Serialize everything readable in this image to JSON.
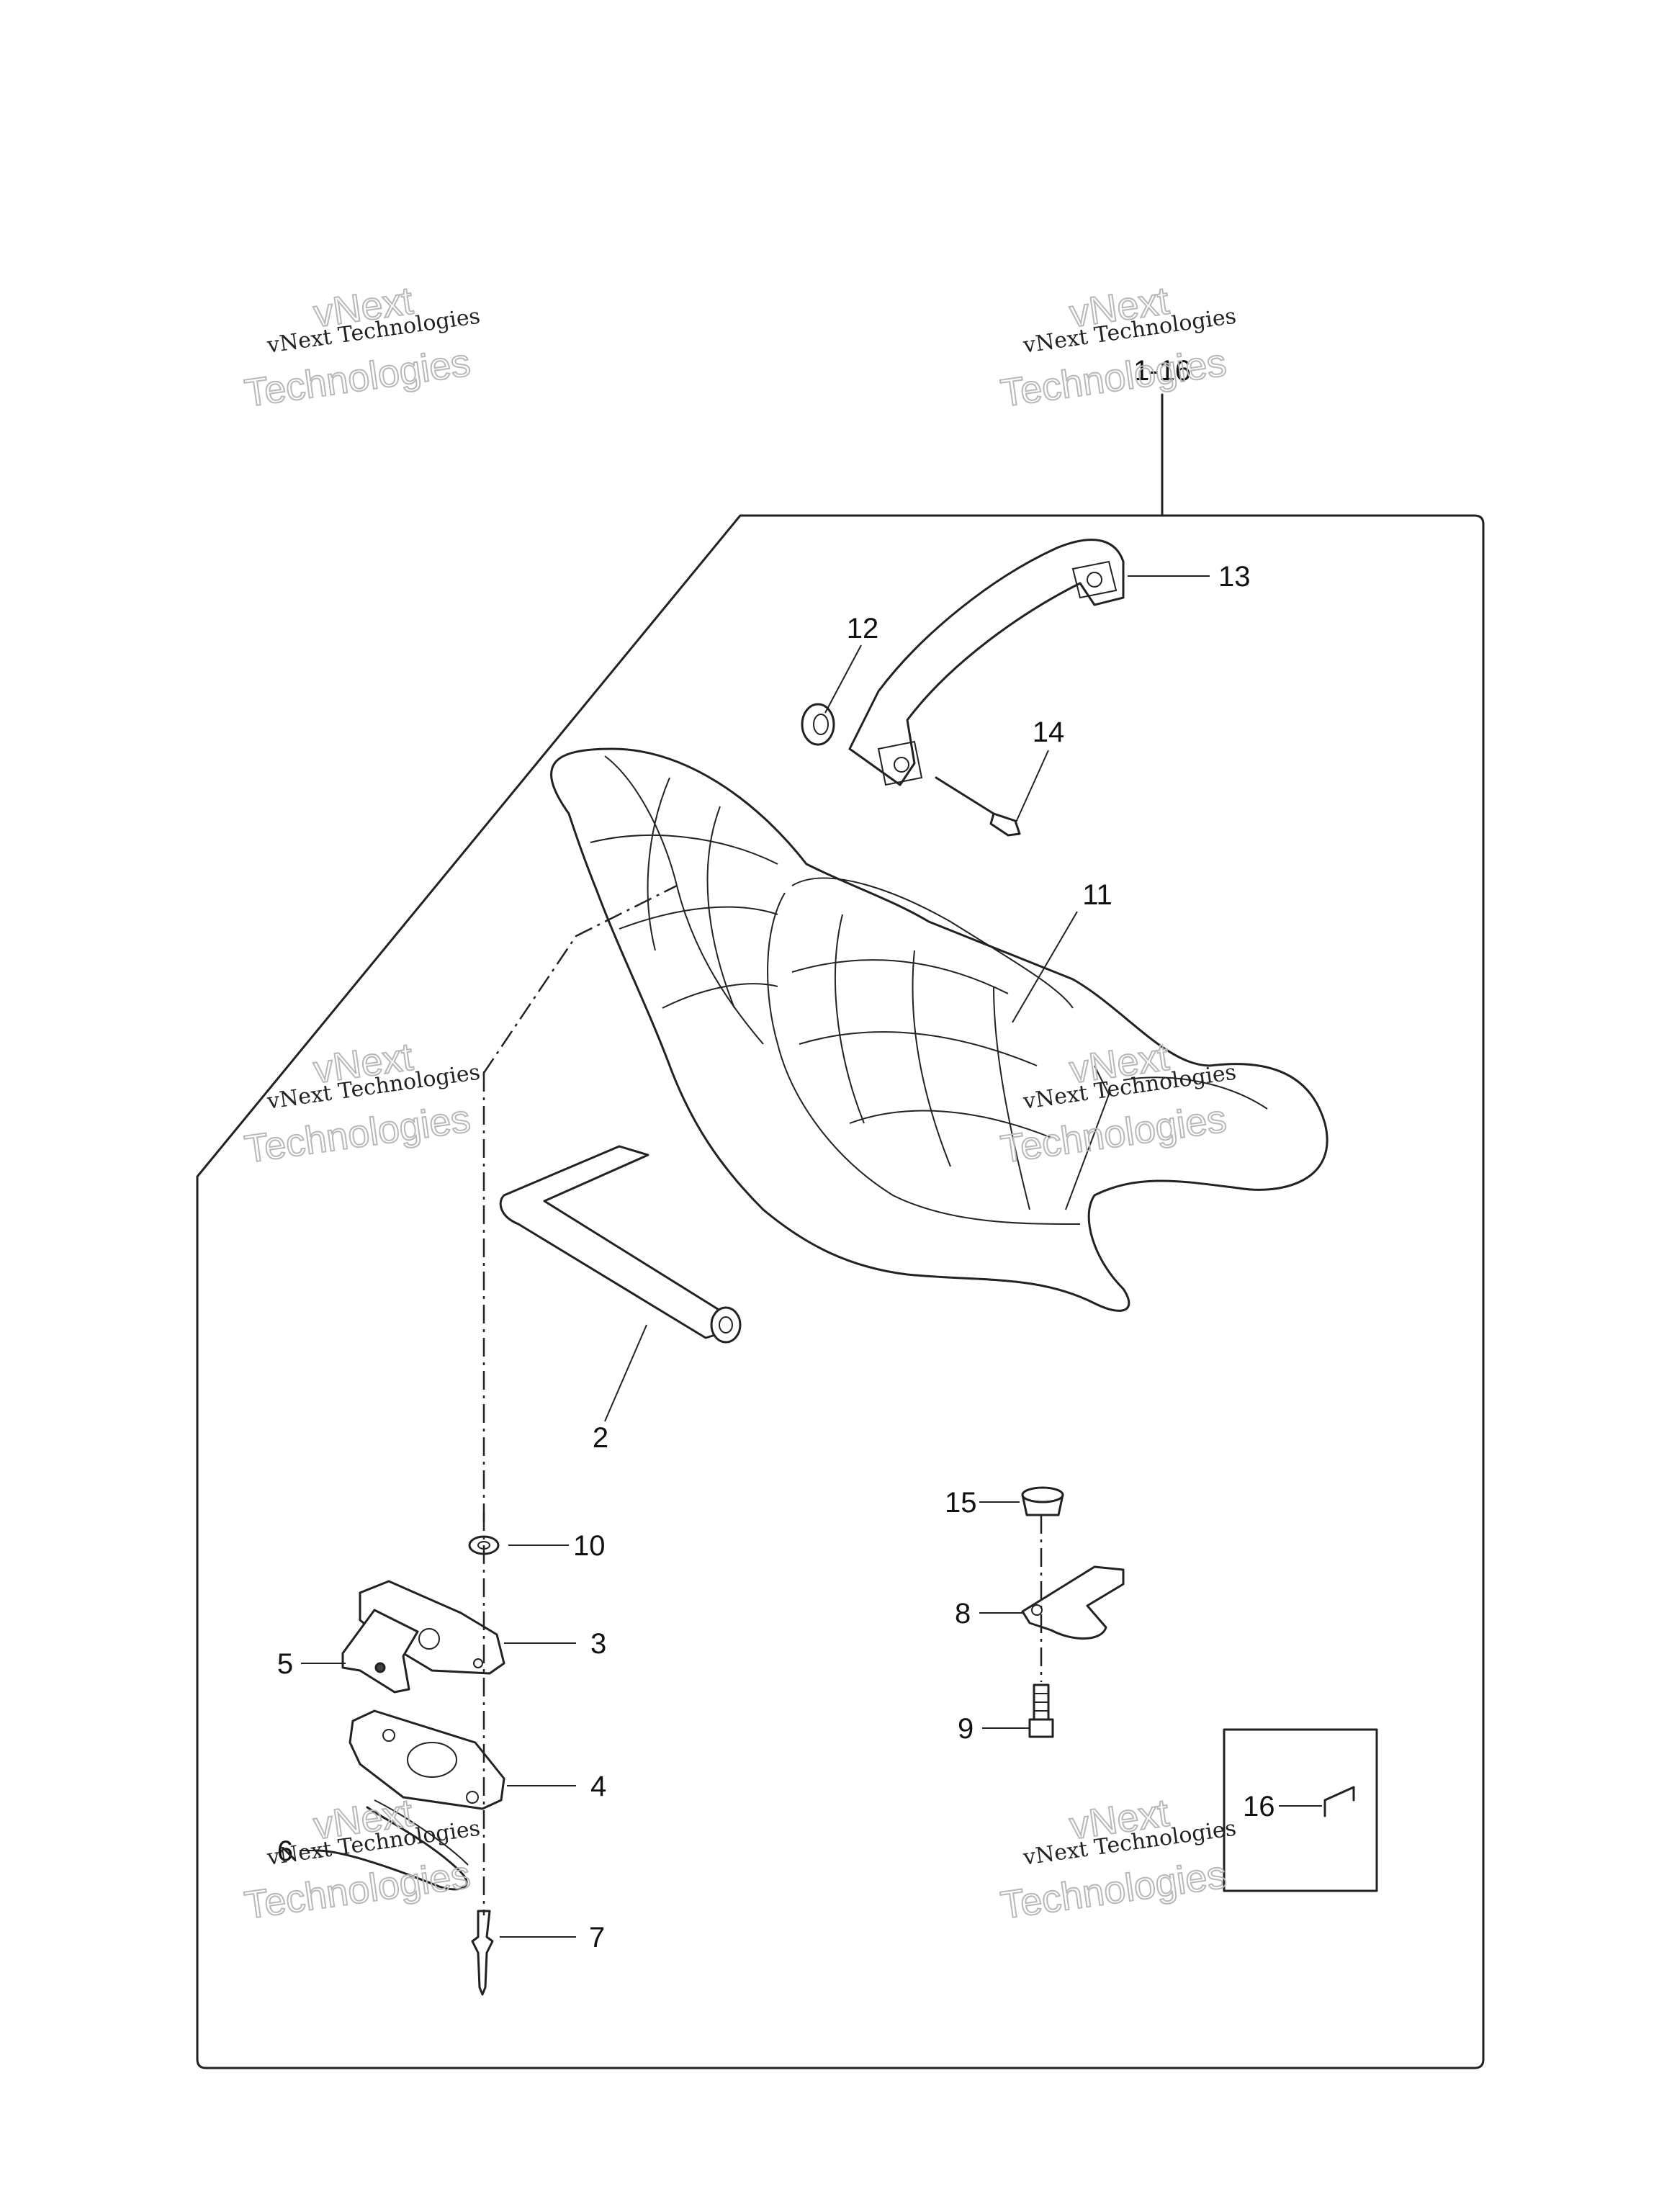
{
  "assembly_label": "1-16",
  "callouts": {
    "c2": "2",
    "c3": "3",
    "c4": "4",
    "c5": "5",
    "c6": "6",
    "c7": "7",
    "c8": "8",
    "c9": "9",
    "c10": "10",
    "c11": "11",
    "c12": "12",
    "c13": "13",
    "c14": "14",
    "c15": "15",
    "c16": "16"
  },
  "watermark": {
    "company": "vNext Technologies",
    "brand": "vNext",
    "word": "Technologies"
  }
}
